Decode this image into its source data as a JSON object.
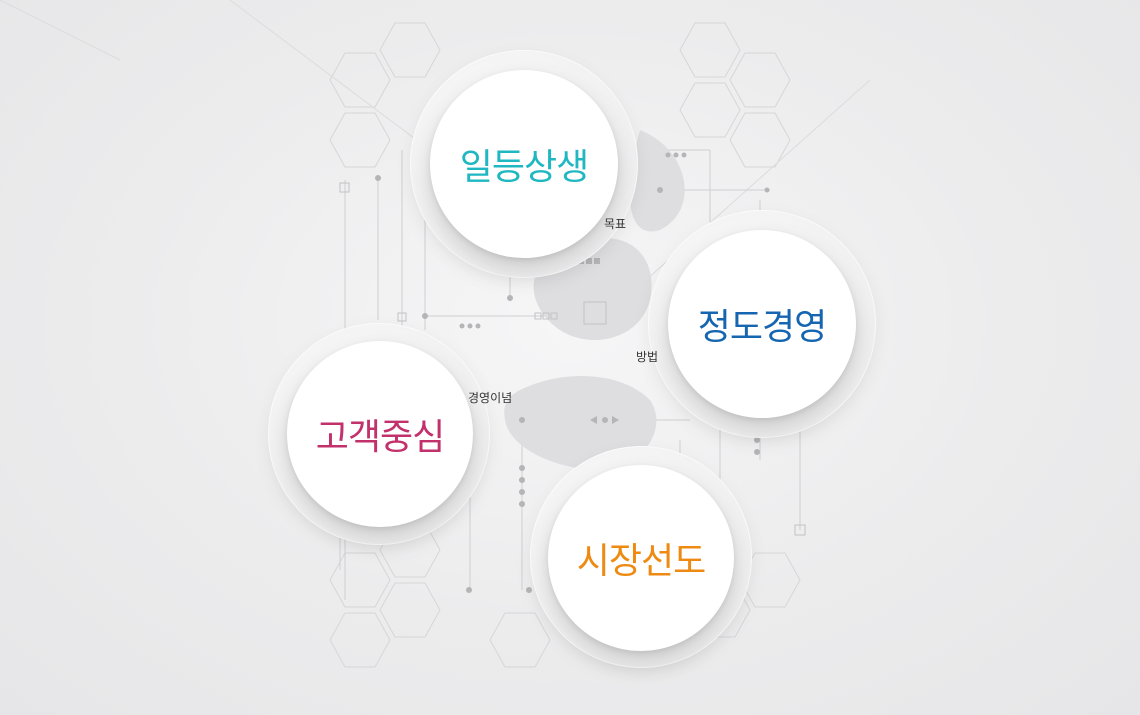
{
  "nodes": {
    "top": {
      "label": "일등상생",
      "color": "#1fb7c2"
    },
    "right": {
      "label": "정도경영",
      "color": "#1565b0"
    },
    "left": {
      "label": "고객중심",
      "color": "#c2316c"
    },
    "bottom": {
      "label": "시장선도",
      "color": "#ee8a12"
    }
  },
  "connectors": {
    "goal": "목표",
    "method": "방법",
    "philosophy": "경영이념"
  }
}
